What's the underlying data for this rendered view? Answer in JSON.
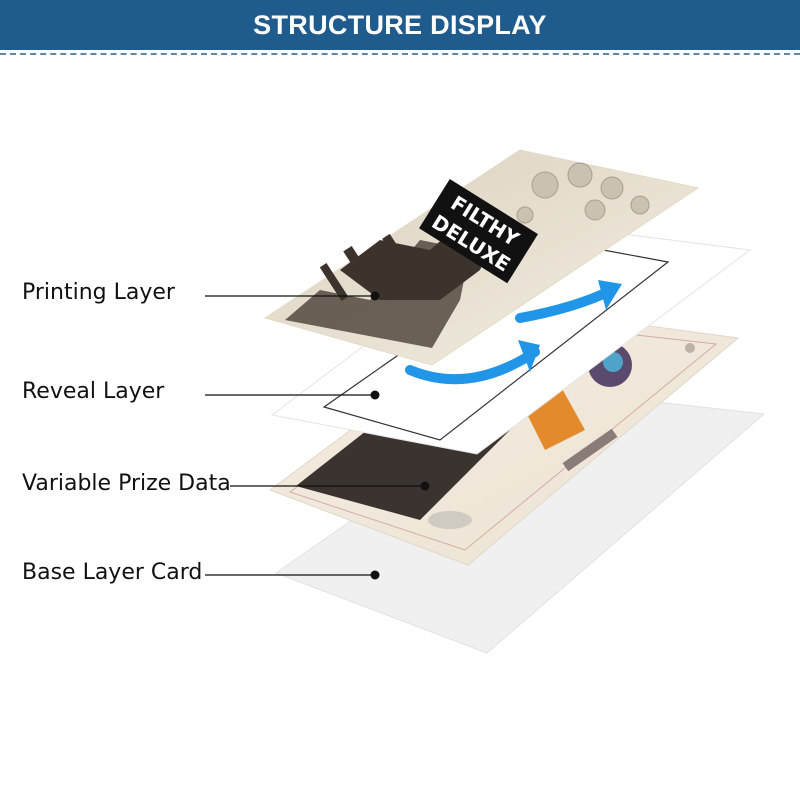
{
  "header": {
    "title": "STRUCTURE DISPLAY"
  },
  "colors": {
    "header_bg": "#1f5b8c",
    "arrow": "#2196e8",
    "leader": "#111111"
  },
  "labels": {
    "printing": "Printing Layer",
    "reveal": "Reveal Layer",
    "variable": "Variable Prize Data",
    "base": "Base Layer Card"
  },
  "card_art": {
    "logo_line1": "FILTHY",
    "logo_line2": "DELUXE"
  }
}
